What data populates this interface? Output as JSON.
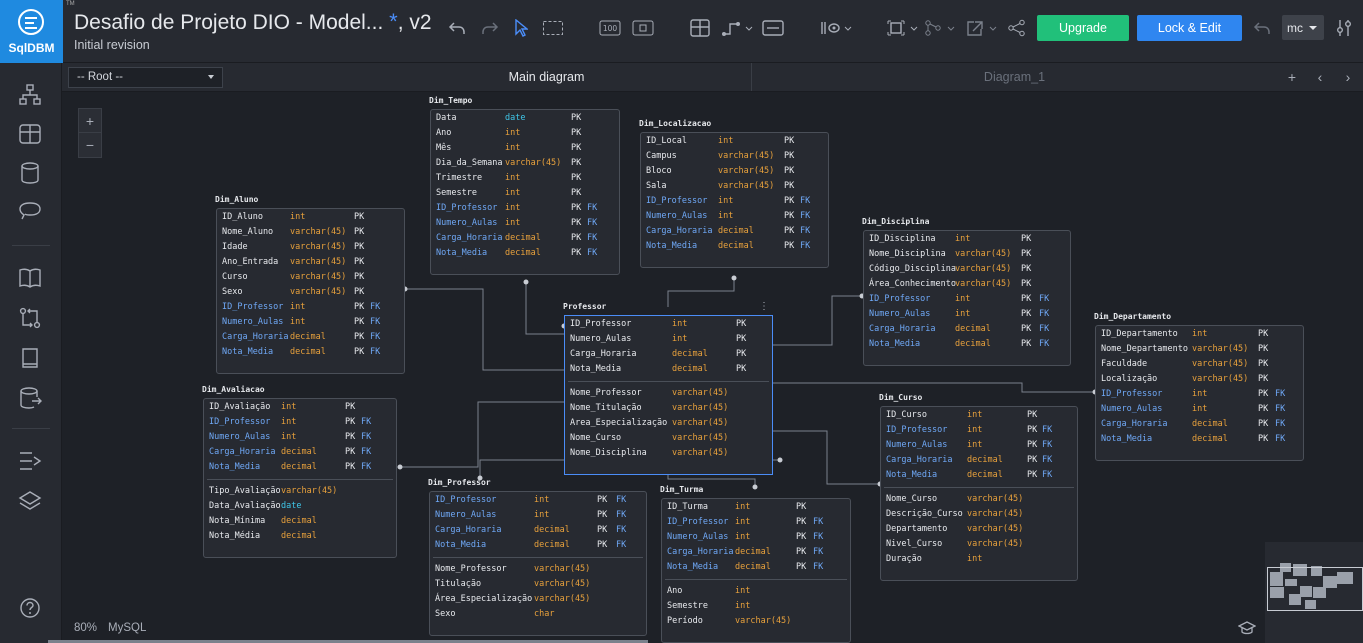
{
  "app": {
    "logo_name": "SqlDBM",
    "trademark": "TM",
    "title": "Desafio de Projeto DIO - Model...",
    "title_mark": "*",
    "title_version": ", v2",
    "subtitle": "Initial revision"
  },
  "toolbar": {
    "upgrade_label": "Upgrade",
    "lock_label": "Lock & Edit",
    "user_label": "mc",
    "zoom_badge": "100"
  },
  "tabs": {
    "root_select": "-- Root --",
    "main": "Main diagram",
    "other": "Diagram_1",
    "add": "+",
    "prev": "‹",
    "next": "›"
  },
  "zoom": {
    "in": "+",
    "out": "−"
  },
  "status": {
    "zoom": "80%",
    "db": "MySQL"
  },
  "tables": [
    {
      "name": "Dim_Tempo",
      "groups": [
        [
          [
            "Data",
            "date",
            "PK",
            ""
          ],
          [
            "Ano",
            "int",
            "PK",
            ""
          ],
          [
            "Mês",
            "int",
            "PK",
            ""
          ],
          [
            "Dia_da_Semana",
            "varchar(45)",
            "PK",
            ""
          ],
          [
            "Trimestre",
            "int",
            "PK",
            ""
          ],
          [
            "Semestre",
            "int",
            "PK",
            ""
          ],
          [
            "ID_Professor",
            "int",
            "PK",
            "FK"
          ],
          [
            "Numero_Aulas",
            "int",
            "PK",
            "FK"
          ],
          [
            "Carga_Horaria",
            "decimal",
            "PK",
            "FK"
          ],
          [
            "Nota_Media",
            "decimal",
            "PK",
            "FK"
          ]
        ]
      ]
    },
    {
      "name": "Dim_Localizacao",
      "groups": [
        [
          [
            "ID_Local",
            "int",
            "PK",
            ""
          ],
          [
            "Campus",
            "varchar(45)",
            "PK",
            ""
          ],
          [
            "Bloco",
            "varchar(45)",
            "PK",
            ""
          ],
          [
            "Sala",
            "varchar(45)",
            "PK",
            ""
          ],
          [
            "ID_Professor",
            "int",
            "PK",
            "FK"
          ],
          [
            "Numero_Aulas",
            "int",
            "PK",
            "FK"
          ],
          [
            "Carga_Horaria",
            "decimal",
            "PK",
            "FK"
          ],
          [
            "Nota_Media",
            "decimal",
            "PK",
            "FK"
          ]
        ]
      ]
    },
    {
      "name": "Dim_Aluno",
      "groups": [
        [
          [
            "ID_Aluno",
            "int",
            "PK",
            ""
          ],
          [
            "Nome_Aluno",
            "varchar(45)",
            "PK",
            ""
          ],
          [
            "Idade",
            "varchar(45)",
            "PK",
            ""
          ],
          [
            "Ano_Entrada",
            "varchar(45)",
            "PK",
            ""
          ],
          [
            "Curso",
            "varchar(45)",
            "PK",
            ""
          ],
          [
            "Sexo",
            "varchar(45)",
            "PK",
            ""
          ],
          [
            "ID_Professor",
            "int",
            "PK",
            "FK"
          ],
          [
            "Numero_Aulas",
            "int",
            "PK",
            "FK"
          ],
          [
            "Carga_Horaria",
            "decimal",
            "PK",
            "FK"
          ],
          [
            "Nota_Media",
            "decimal",
            "PK",
            "FK"
          ]
        ]
      ]
    },
    {
      "name": "Dim_Disciplina",
      "groups": [
        [
          [
            "ID_Disciplina",
            "int",
            "PK",
            ""
          ],
          [
            "Nome_Disciplina",
            "varchar(45)",
            "PK",
            ""
          ],
          [
            "Código_Disciplina",
            "varchar(45)",
            "PK",
            ""
          ],
          [
            "Área_Conhecimento",
            "varchar(45)",
            "PK",
            ""
          ],
          [
            "ID_Professor",
            "int",
            "PK",
            "FK"
          ],
          [
            "Numero_Aulas",
            "int",
            "PK",
            "FK"
          ],
          [
            "Carga_Horaria",
            "decimal",
            "PK",
            "FK"
          ],
          [
            "Nota_Media",
            "decimal",
            "PK",
            "FK"
          ]
        ]
      ]
    },
    {
      "name": "Dim_Departamento",
      "groups": [
        [
          [
            "ID_Departamento",
            "int",
            "PK",
            ""
          ],
          [
            "Nome_Departamento",
            "varchar(45)",
            "PK",
            ""
          ],
          [
            "Faculdade",
            "varchar(45)",
            "PK",
            ""
          ],
          [
            "Localização",
            "varchar(45)",
            "PK",
            ""
          ],
          [
            "ID_Professor",
            "int",
            "PK",
            "FK"
          ],
          [
            "Numero_Aulas",
            "int",
            "PK",
            "FK"
          ],
          [
            "Carga_Horaria",
            "decimal",
            "PK",
            "FK"
          ],
          [
            "Nota_Media",
            "decimal",
            "PK",
            "FK"
          ]
        ]
      ]
    },
    {
      "name": "Professor",
      "groups": [
        [
          [
            "ID_Professor",
            "int",
            "PK",
            ""
          ],
          [
            "Numero_Aulas",
            "int",
            "PK",
            ""
          ],
          [
            "Carga_Horaria",
            "decimal",
            "PK",
            ""
          ],
          [
            "Nota_Media",
            "decimal",
            "PK",
            ""
          ]
        ],
        [
          [
            "Nome_Professor",
            "varchar(45)",
            "",
            ""
          ],
          [
            "Nome_Titulação",
            "varchar(45)",
            "",
            ""
          ],
          [
            "Area_Especialização",
            "varchar(45)",
            "",
            ""
          ],
          [
            "Nome_Curso",
            "varchar(45)",
            "",
            ""
          ],
          [
            "Nome_Disciplina",
            "varchar(45)",
            "",
            ""
          ]
        ]
      ]
    },
    {
      "name": "Dim_Avaliacao",
      "groups": [
        [
          [
            "ID_Avaliação",
            "int",
            "PK",
            ""
          ],
          [
            "ID_Professor",
            "int",
            "PK",
            "FK"
          ],
          [
            "Numero_Aulas",
            "int",
            "PK",
            "FK"
          ],
          [
            "Carga_Horaria",
            "decimal",
            "PK",
            "FK"
          ],
          [
            "Nota_Media",
            "decimal",
            "PK",
            "FK"
          ]
        ],
        [
          [
            "Tipo_Avaliação",
            "varchar(45)",
            "",
            ""
          ],
          [
            "Data_Avaliação",
            "date",
            "",
            ""
          ],
          [
            "Nota_Mínima",
            "decimal",
            "",
            ""
          ],
          [
            "Nota_Média",
            "decimal",
            "",
            ""
          ]
        ]
      ]
    },
    {
      "name": "Dim_Curso",
      "groups": [
        [
          [
            "ID_Curso",
            "int",
            "PK",
            ""
          ],
          [
            "ID_Professor",
            "int",
            "PK",
            "FK"
          ],
          [
            "Numero_Aulas",
            "int",
            "PK",
            "FK"
          ],
          [
            "Carga_Horaria",
            "decimal",
            "PK",
            "FK"
          ],
          [
            "Nota_Media",
            "decimal",
            "PK",
            "FK"
          ]
        ],
        [
          [
            "Nome_Curso",
            "varchar(45)",
            "",
            ""
          ],
          [
            "Descrição_Curso",
            "varchar(45)",
            "",
            ""
          ],
          [
            "Departamento",
            "varchar(45)",
            "",
            ""
          ],
          [
            "Nivel_Curso",
            "varchar(45)",
            "",
            ""
          ],
          [
            "Duração",
            "int",
            "",
            ""
          ]
        ]
      ]
    },
    {
      "name": "Dim_Professor",
      "groups": [
        [
          [
            "ID_Professor",
            "int",
            "PK",
            "FK"
          ],
          [
            "Numero_Aulas",
            "int",
            "PK",
            "FK"
          ],
          [
            "Carga_Horaria",
            "decimal",
            "PK",
            "FK"
          ],
          [
            "Nota_Media",
            "decimal",
            "PK",
            "FK"
          ]
        ],
        [
          [
            "Nome_Professor",
            "varchar(45)",
            "",
            ""
          ],
          [
            "Titulação",
            "varchar(45)",
            "",
            ""
          ],
          [
            "Área_Especialização",
            "varchar(45)",
            "",
            ""
          ],
          [
            "Sexo",
            "char",
            "",
            ""
          ]
        ]
      ]
    },
    {
      "name": "Dim_Turma",
      "groups": [
        [
          [
            "ID_Turma",
            "int",
            "PK",
            ""
          ],
          [
            "ID_Professor",
            "int",
            "PK",
            "FK"
          ],
          [
            "Numero_Aulas",
            "int",
            "PK",
            "FK"
          ],
          [
            "Carga_Horaria",
            "decimal",
            "PK",
            "FK"
          ],
          [
            "Nota_Media",
            "decimal",
            "PK",
            "FK"
          ]
        ],
        [
          [
            "Ano",
            "int",
            "",
            ""
          ],
          [
            "Semestre",
            "int",
            "",
            ""
          ],
          [
            "Período",
            "varchar(45)",
            "",
            ""
          ]
        ]
      ]
    }
  ],
  "colors": {
    "accent": "#4b8df8",
    "upgrade": "#21c07a",
    "lock": "#2f86f0",
    "logo": "#1f8ae0",
    "column_type": "#e8a13c",
    "date_type": "#3fc6e8",
    "fk_column": "#6fa8f6"
  }
}
